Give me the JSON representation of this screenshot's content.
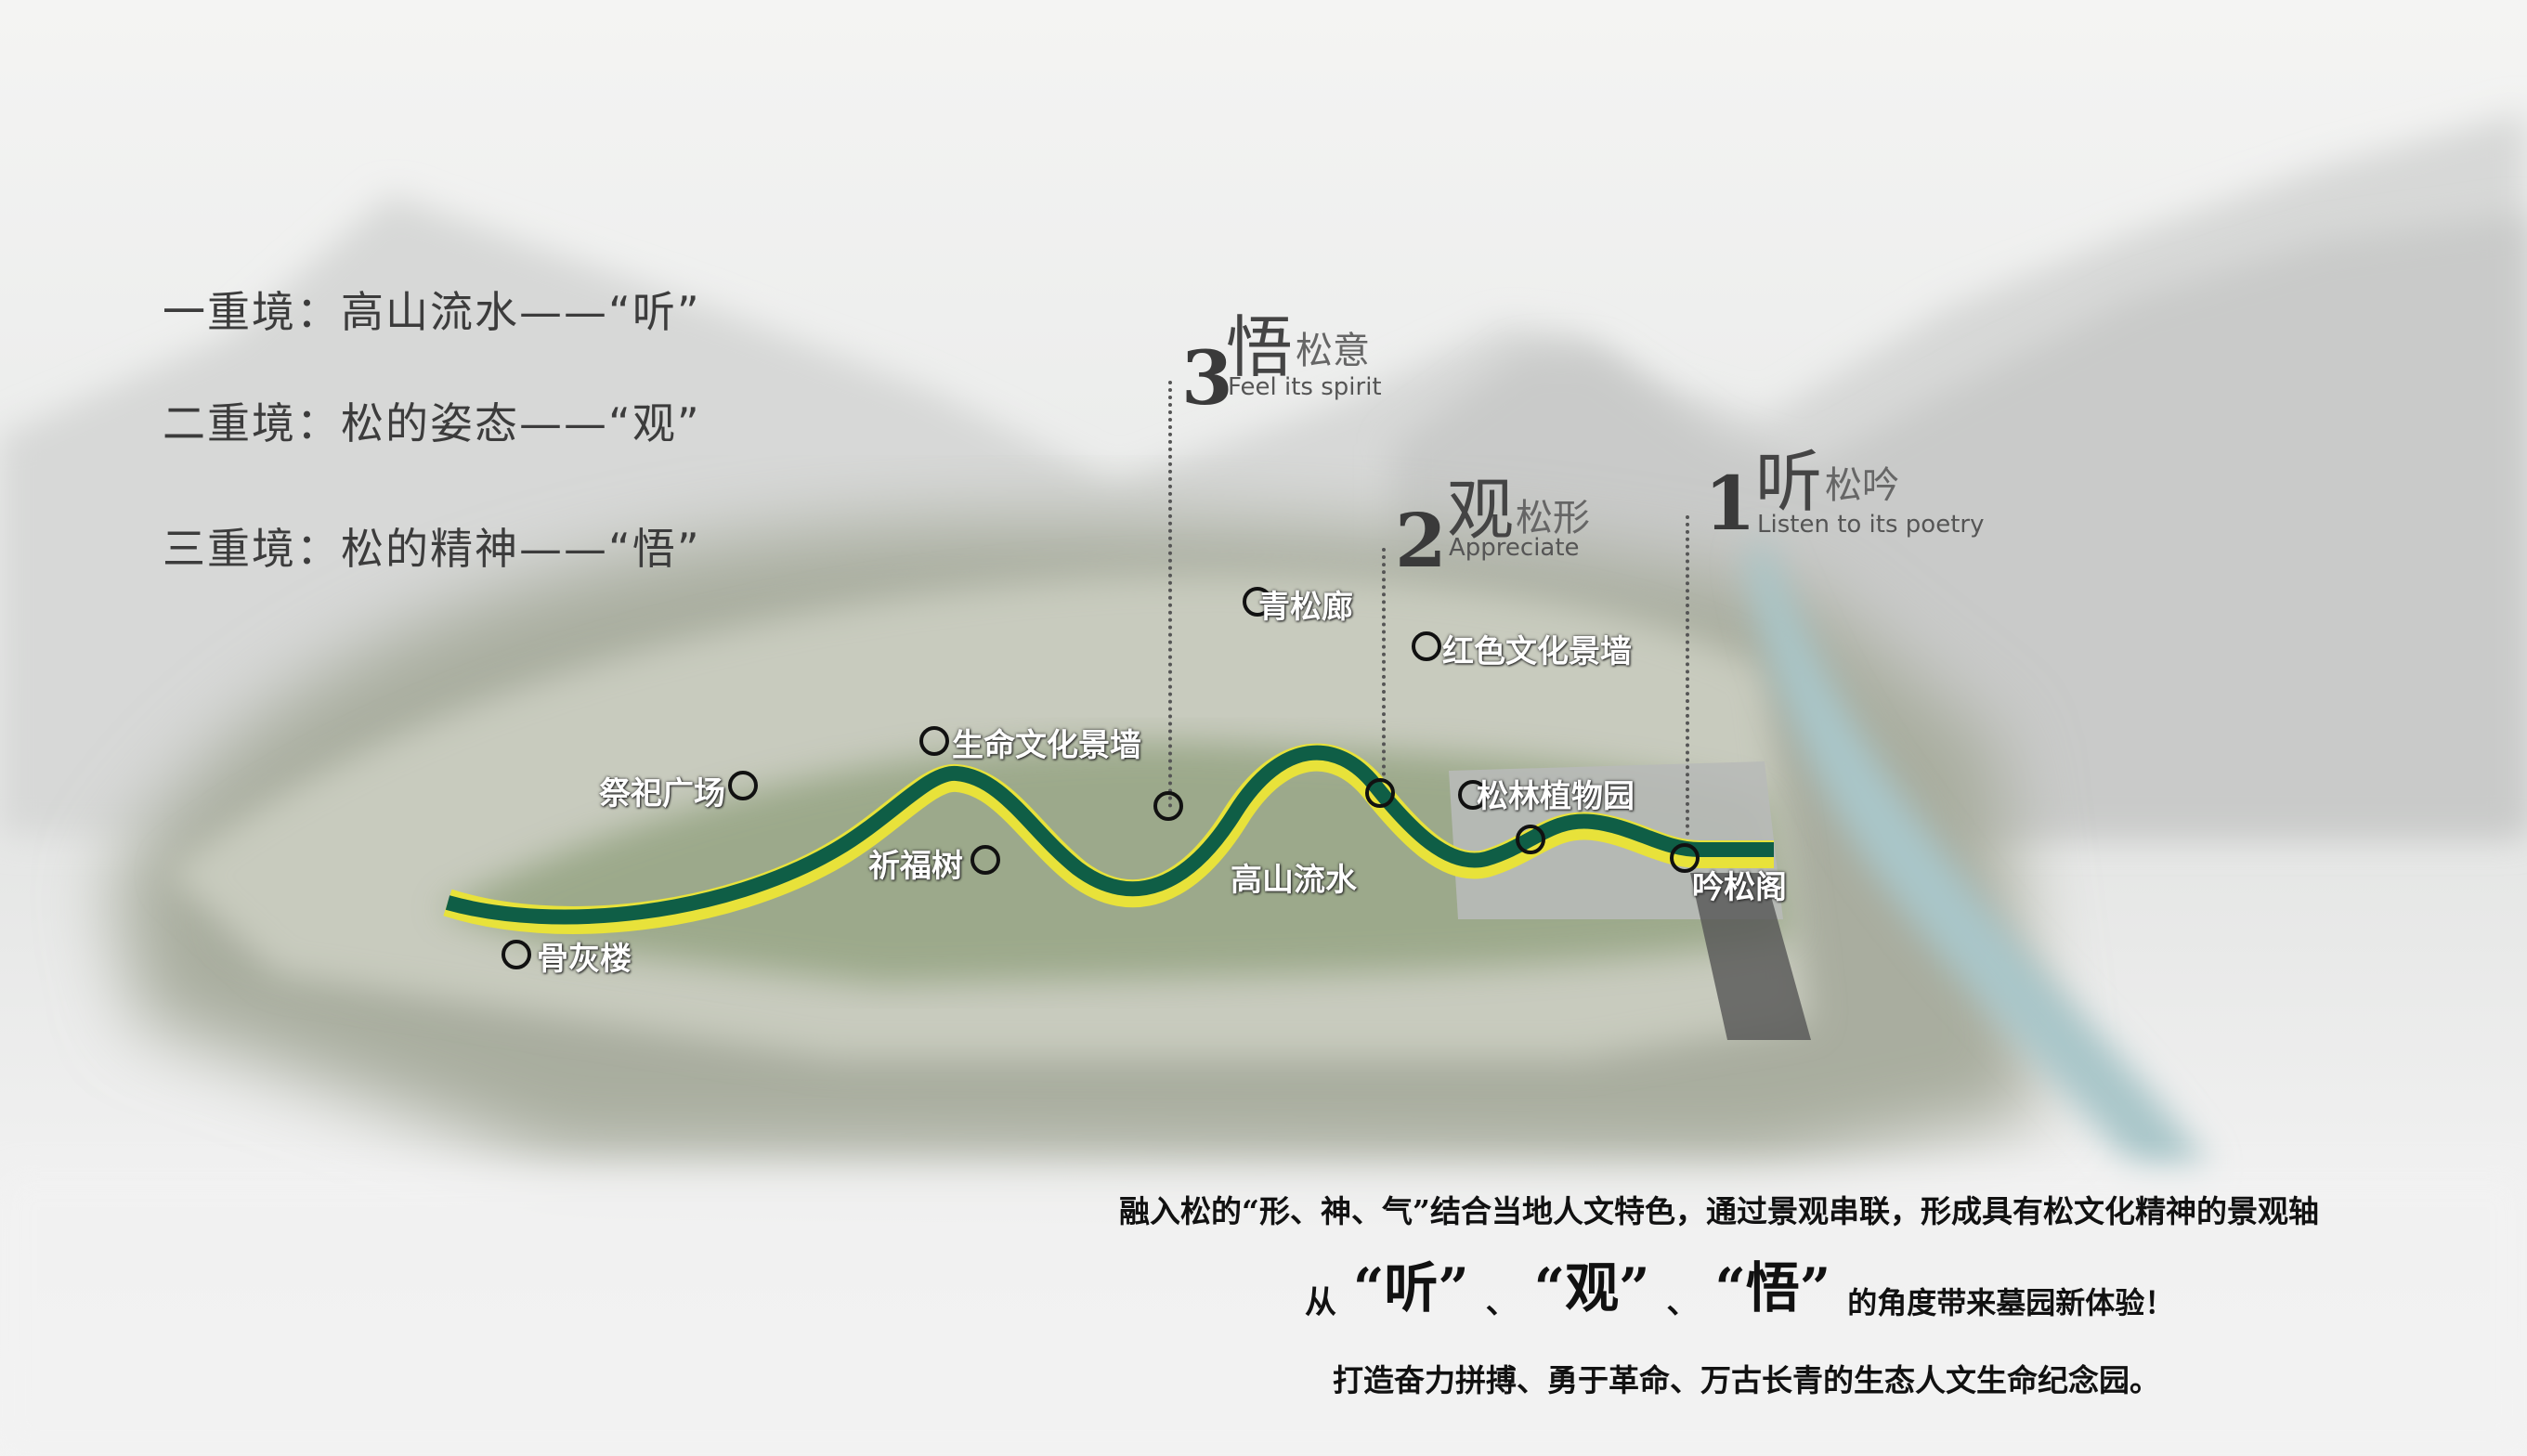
{
  "realms": [
    "一重境：高山流水——“听”",
    "二重境：松的姿态——“观”",
    "三重境：松的精神——“悟”"
  ],
  "stages": [
    {
      "number": "3",
      "char": "悟",
      "sub": "松意",
      "english": "Feel its spirit"
    },
    {
      "number": "2",
      "char": "观",
      "sub": "松形",
      "english": "Appreciate"
    },
    {
      "number": "1",
      "char": "听",
      "sub": "松吟",
      "english": "Listen to its poetry"
    }
  ],
  "map_labels": {
    "qingsonglang": "青松廊",
    "hongse": "红色文化景墙",
    "shengming": "生命文化景墙",
    "jisi": "祭祀广场",
    "qifushu": "祈福树",
    "gaoshan": "高山流水",
    "songlin": "松林植物园",
    "yinsong": "吟松阁",
    "guhui": "骨灰楼"
  },
  "caption": {
    "line1": "融入松的“形、神、气”结合当地人文特色，通过景观串联，形成具有松文化精神的景观轴",
    "line2_prefix": "从",
    "q1": "“听”",
    "sep1": "、",
    "q2": "“观”",
    "sep2": "、",
    "q3": "“悟”",
    "line2_suffix": "的角度带来墓园新体验！",
    "line3": "打造奋力拼搏、勇于革命、万古长青的生态人文生命纪念园。"
  },
  "colors": {
    "axis_green": "#0f5e46",
    "axis_yellow": "#e8e23a",
    "river": "#a9c6c9"
  }
}
